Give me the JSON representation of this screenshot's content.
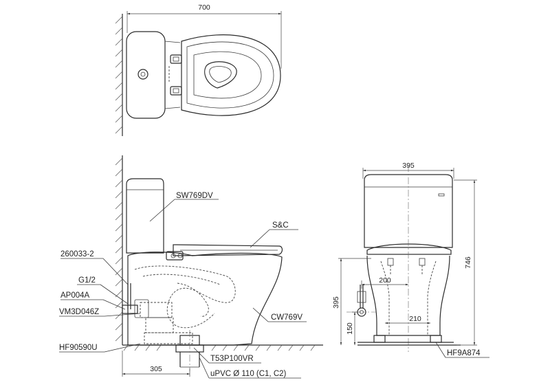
{
  "dimensions": {
    "top_width": "700",
    "front_width": "395",
    "front_height": "746",
    "water_inlet_height": "395",
    "outlet_height": "150",
    "outlet_offset": "200",
    "foot_spacing": "210",
    "wall_to_outlet": "305"
  },
  "part_labels": {
    "tank": "SW769DV",
    "seat": "S&C",
    "bracket": "260033-2",
    "inlet": "G1/2",
    "valve": "AP004A",
    "flush_valve": "VM3D046Z",
    "bowl": "CW769V",
    "floor_flange": "HF90590U",
    "outlet_pipe": "T53P100VR",
    "drain_pipe": "uPVC Ø 110 (C1, C2)",
    "fixing_kit": "HF9A874"
  }
}
